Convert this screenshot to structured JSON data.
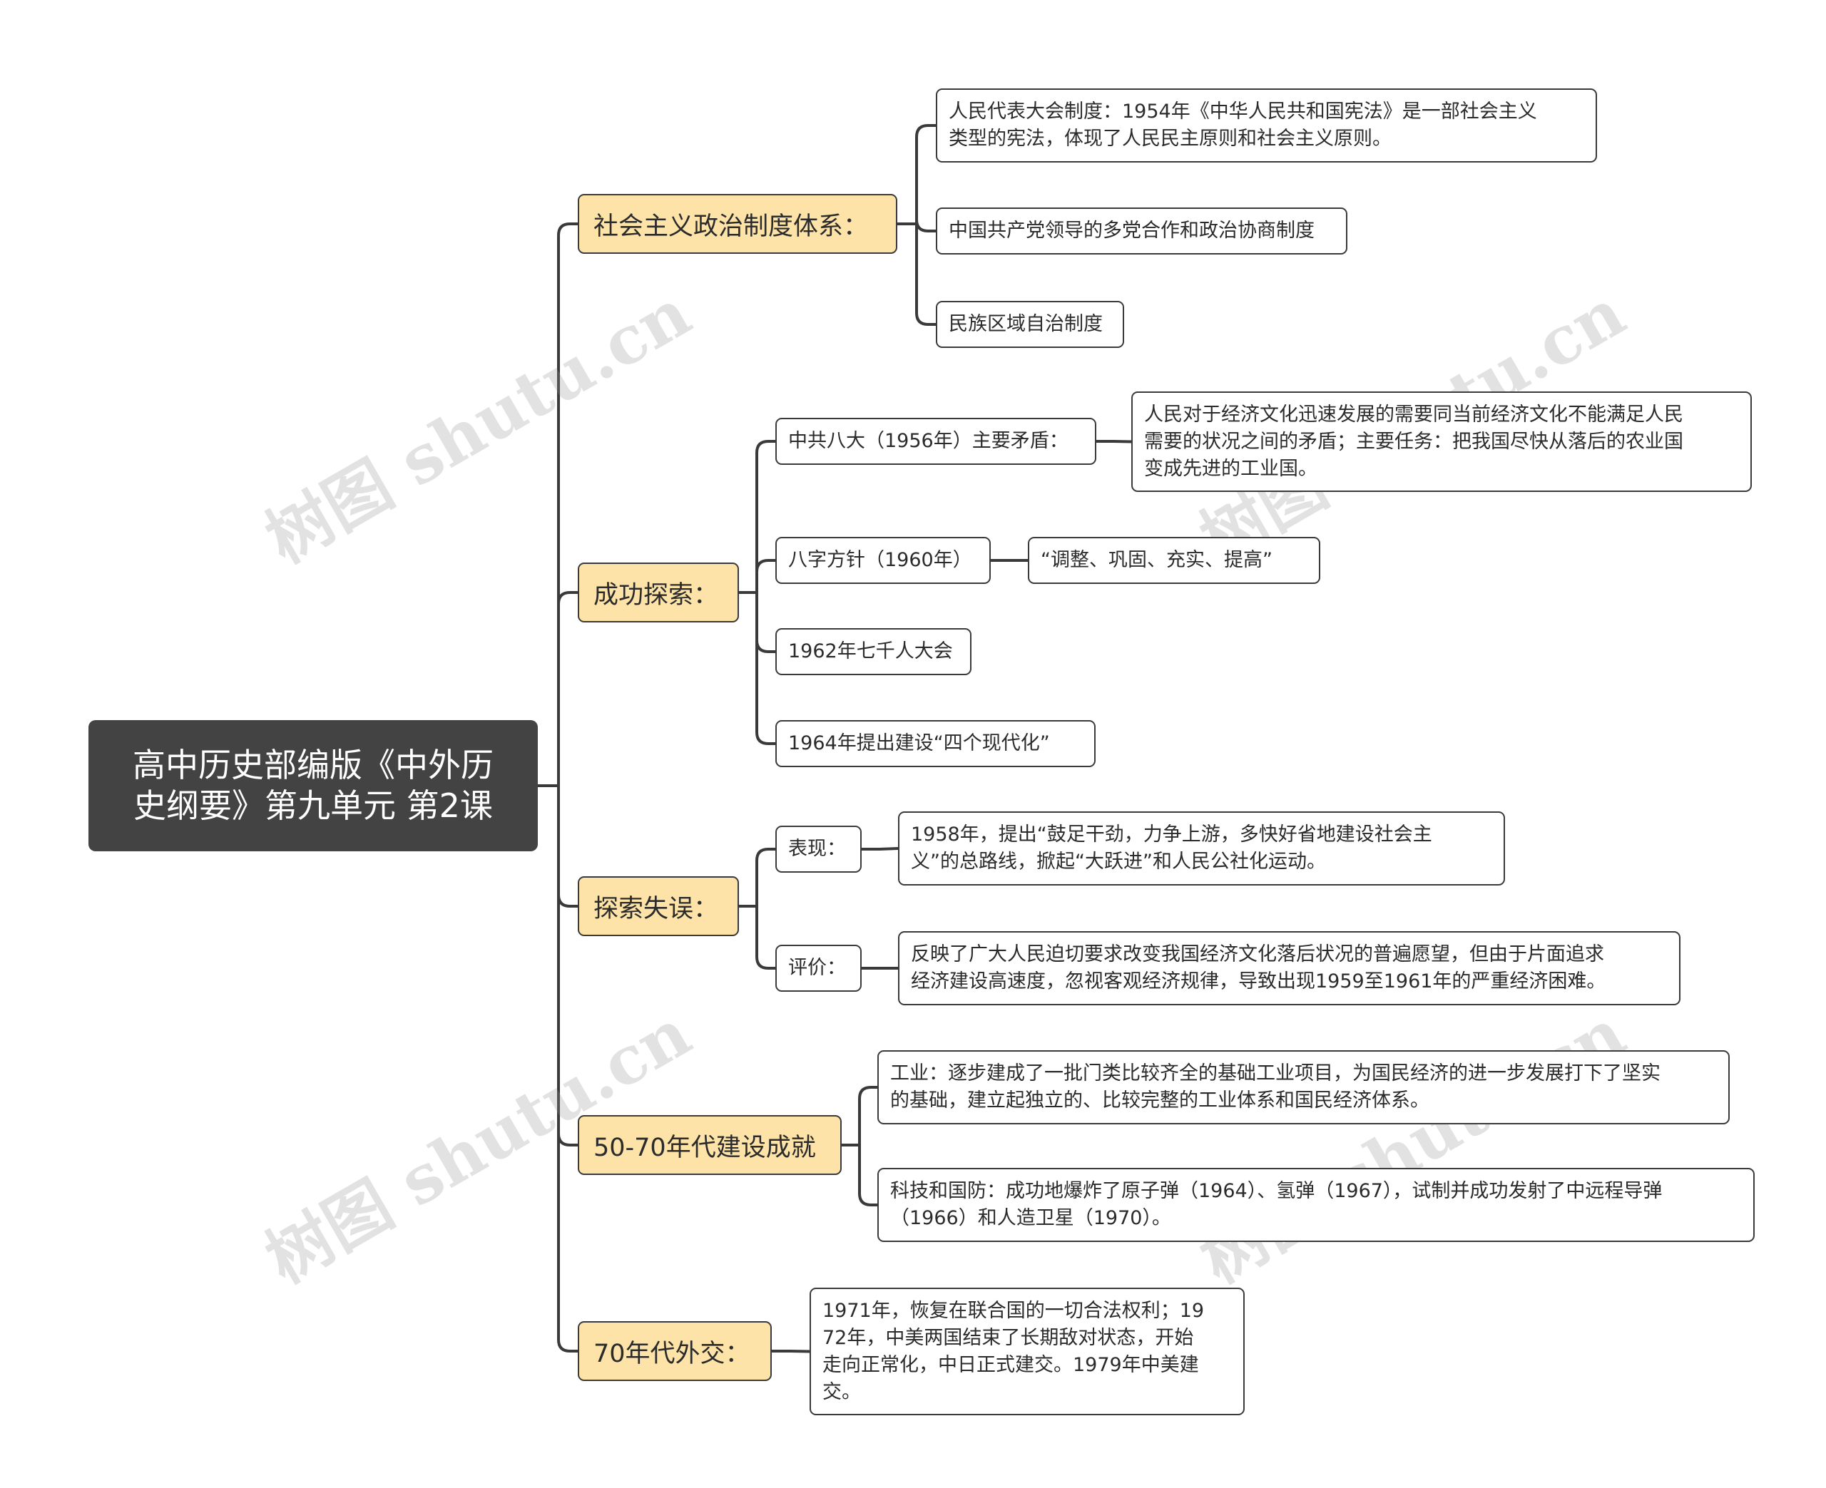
{
  "root": {
    "title": "高中历史部编版《中外历\n史纲要》第九单元 第2课"
  },
  "branches": [
    {
      "label": "社会主义政治制度体系：",
      "children": [
        {
          "label": "人民代表大会制度：1954年《中华人民共和国宪法》是一部社会主义\n类型的宪法，体现了人民民主原则和社会主义原则。"
        },
        {
          "label": "中国共产党领导的多党合作和政治协商制度"
        },
        {
          "label": "民族区域自治制度"
        }
      ]
    },
    {
      "label": "成功探索：",
      "children": [
        {
          "label": "中共八大（1956年）主要矛盾：",
          "detail": "人民对于经济文化迅速发展的需要同当前经济文化不能满足人民\n需要的状况之间的矛盾；主要任务：把我国尽快从落后的农业国\n变成先进的工业国。"
        },
        {
          "label": "八字方针（1960年）",
          "detail": "“调整、巩固、充实、提高”"
        },
        {
          "label": "1962年七千人大会"
        },
        {
          "label": "1964年提出建设“四个现代化”"
        }
      ]
    },
    {
      "label": "探索失误：",
      "children": [
        {
          "label": "表现：",
          "detail": "1958年，提出“鼓足干劲，力争上游，多快好省地建设社会主\n义”的总路线，掀起“大跃进”和人民公社化运动。"
        },
        {
          "label": "评价：",
          "detail": "反映了广大人民迫切要求改变我国经济文化落后状况的普遍愿望，但由于片面追求\n经济建设高速度，忽视客观经济规律，导致出现1959至1961年的严重经济困难。"
        }
      ]
    },
    {
      "label": "50-70年代建设成就",
      "children": [
        {
          "label": "工业：逐步建成了一批门类比较齐全的基础工业项目，为国民经济的进一步发展打下了坚实\n的基础，建立起独立的、比较完整的工业体系和国民经济体系。"
        },
        {
          "label": "科技和国防：成功地爆炸了原子弹（1964）、氢弹（1967），试制并成功发射了中远程导弹\n（1966）和人造卫星（1970）。"
        }
      ]
    },
    {
      "label": "70年代外交：",
      "children": [
        {
          "label": "1971年，恢复在联合国的一切合法权利；19\n72年，中美两国结束了长期敌对状态，开始\n走向正常化，中日正式建交。1979年中美建\n交。"
        }
      ]
    }
  ],
  "watermark": "树图 shutu.cn"
}
